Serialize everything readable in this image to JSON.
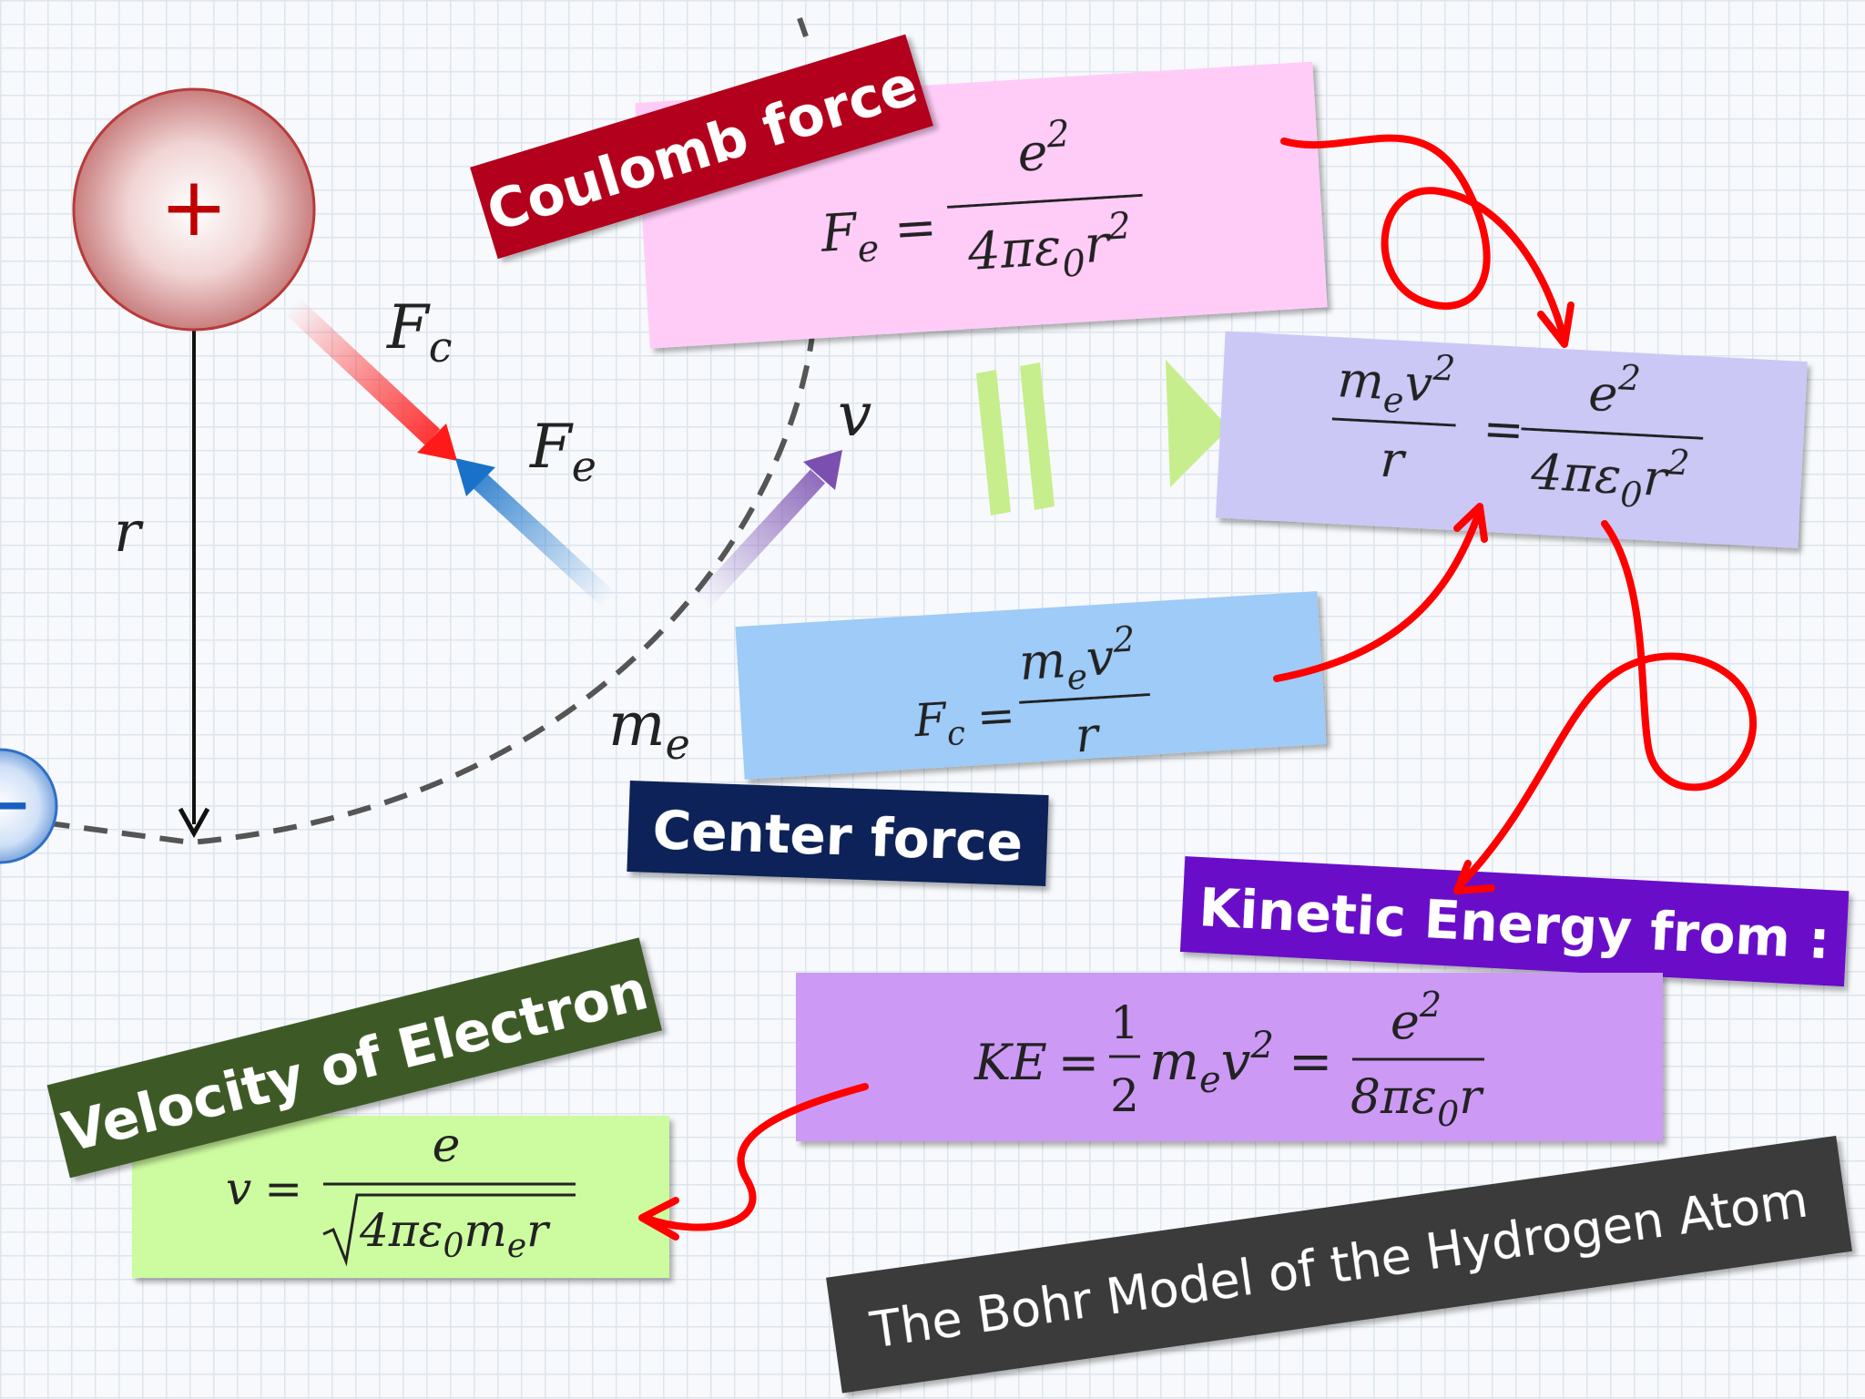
{
  "title": "The Bohr Model of the Hydrogen Atom",
  "labels": {
    "coulomb": "Coulomb force",
    "center": "Center force",
    "kinetic": "Kinetic Energy from :",
    "velocity": "Velocity of Electron"
  },
  "symbols": {
    "nucleus": "+",
    "electron": "−",
    "r": "r",
    "Fc": "F",
    "Fc_sub": "c",
    "Fe": "F",
    "Fe_sub": "e",
    "v": "v",
    "me": "m",
    "me_sub": "e"
  },
  "equations": {
    "coulomb": {
      "lhs": "F",
      "lhs_sub": "e",
      "eq": "=",
      "num": "e",
      "num_sup": "2",
      "den_main": "4πε",
      "den_sub": "0",
      "den_tail": "r",
      "den_sup": "2"
    },
    "center": {
      "lhs": "F",
      "lhs_sub": "c",
      "eq": "=",
      "num_a": "m",
      "num_sub": "e",
      "num_b": "v",
      "num_sup": "2",
      "den": "r"
    },
    "balance": {
      "l_num_a": "m",
      "l_num_sub": "e",
      "l_num_b": "v",
      "l_num_sup": "2",
      "l_den": "r",
      "eq": "=",
      "r_num": "e",
      "r_num_sup": "2",
      "r_den_main": "4πε",
      "r_den_sub": "0",
      "r_den_tail": "r",
      "r_den_sup": "2"
    },
    "kinetic": {
      "lhs": "KE",
      "eq1": "=",
      "frac_num": "1",
      "frac_den": "2",
      "m": "m",
      "m_sub": "e",
      "v": "v",
      "v_sup": "2",
      "eq2": "=",
      "num": "e",
      "num_sup": "2",
      "den_main": "8πε",
      "den_sub": "0",
      "den_tail": "r"
    },
    "velocity": {
      "lhs": "v",
      "eq": "=",
      "num": "e",
      "den_main": "4πε",
      "den_sub1": "0",
      "den_m": "m",
      "den_sub2": "e",
      "den_tail": "r"
    }
  },
  "colors": {
    "coulomb_label": "#b3001b",
    "center_label": "#0e2158",
    "kinetic_label": "#6a0dc9",
    "velocity_label": "#3d5a26",
    "title_bg": "#3a3a3a",
    "coulomb_box": "#ffccf7",
    "center_box": "#9ecbf7",
    "balance_box": "#cbc8f6",
    "kinetic_box": "#cc99f5",
    "velocity_box": "#cdfba0",
    "red_arrow": "#ff0000",
    "equals_sign": "#c6ee8c"
  }
}
